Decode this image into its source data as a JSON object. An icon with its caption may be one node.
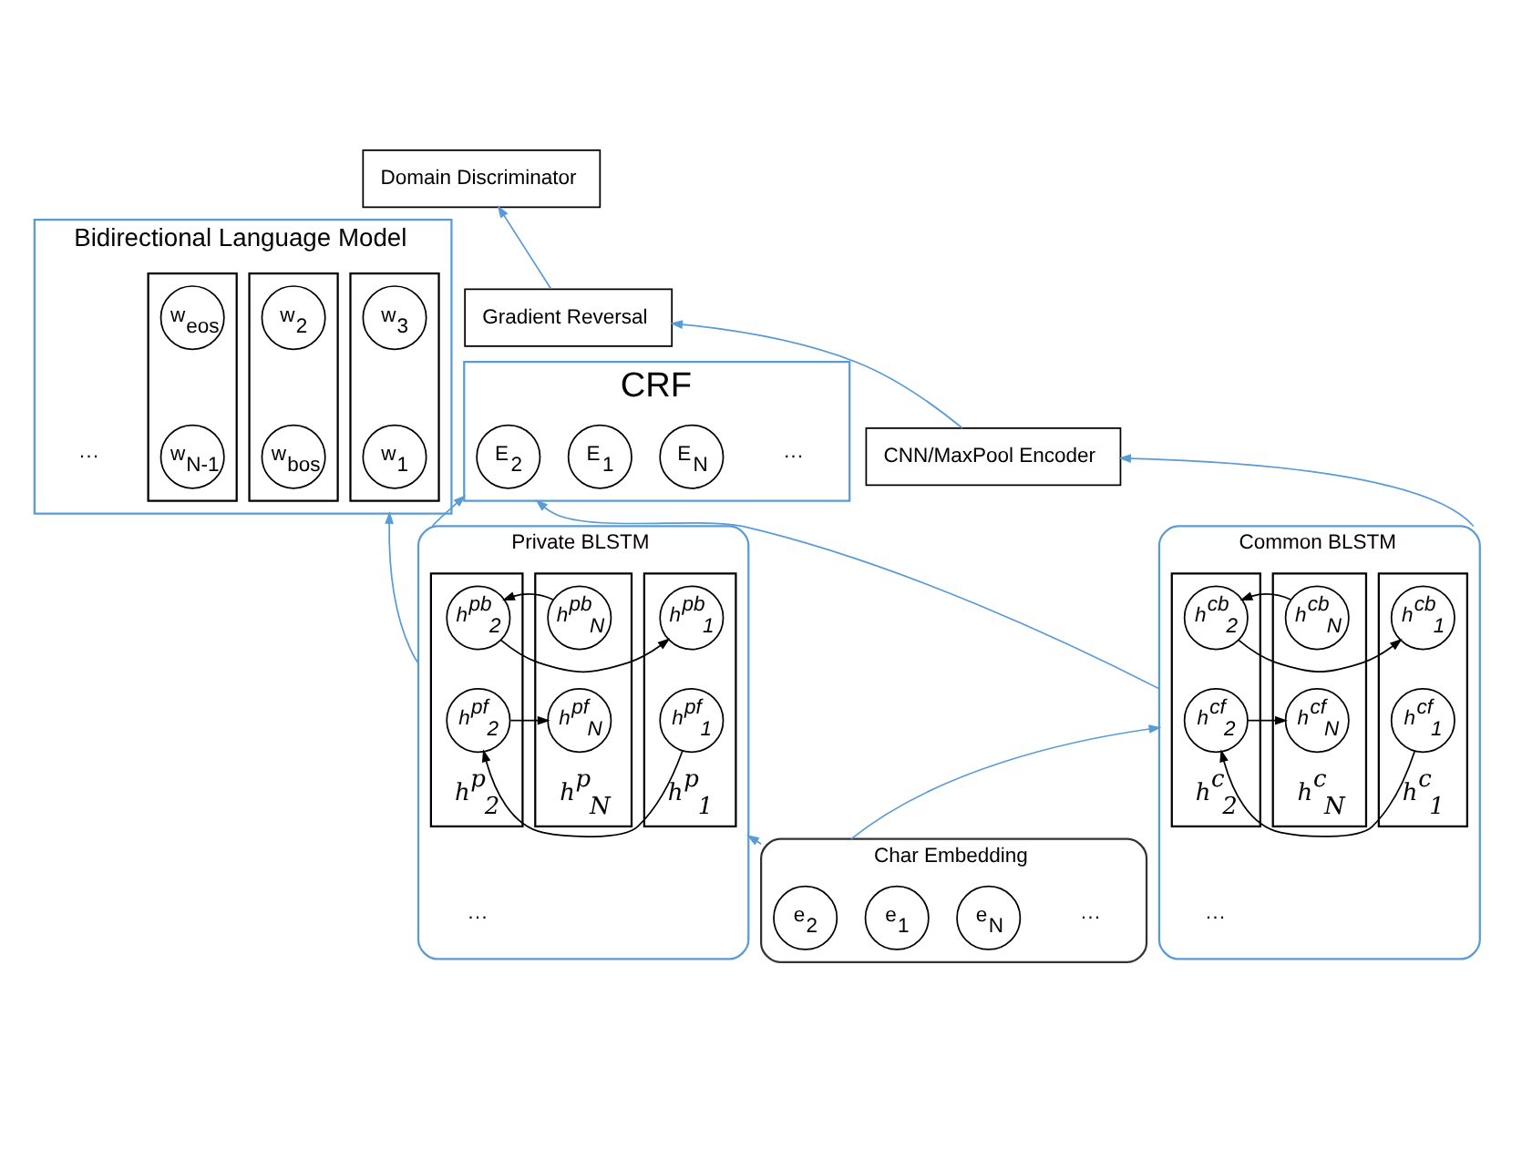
{
  "diagram": {
    "nodes": [
      {
        "text": [
          "Domain Discriminator"
        ]
      },
      {
        "text": [
          "Gradient Reversal"
        ]
      },
      {
        "text": [
          "CNN/MaxPool Encoder"
        ]
      },
      {
        "text": [
          "CRF"
        ]
      },
      {
        "text": [
          "E$_{1}$"
        ],
        "in": 3
      },
      {
        "text": [
          "E$_{2}$"
        ],
        "in": 3
      },
      {
        "text": [
          "E$_{N}$"
        ],
        "in": 3
      },
      {
        "text": [
          "Bidirectional Language Model"
        ]
      },
      {
        "text": [],
        "shape": "box",
        "in": 7
      },
      {
        "text": [
          "w$_{2}$"
        ],
        "in": 8
      },
      {
        "text": [
          "w$_{bos}$"
        ],
        "in": 8
      },
      {
        "text": [],
        "shape": "box",
        "in": 7
      },
      {
        "text": [
          "w$_{3}$"
        ],
        "in": 11
      },
      {
        "text": [
          "w$_{1}$"
        ],
        "in": 11
      },
      {
        "text": [],
        "shape": "box",
        "in": 7
      },
      {
        "text": [
          "w$_{eos}$"
        ],
        "in": 14
      },
      {
        "text": [
          "w$_{N-1}$"
        ],
        "in": 14
      },
      {
        "text": [
          "Common BLSTM"
        ]
      },
      {
        "text": [],
        "shape": "box",
        "in": 17,
        "beside": [
          "h$^{c}$$_{1}$"
        ]
      },
      {
        "text": [
          "h$^{cb}$$_{1}$"
        ],
        "in": 18
      },
      {
        "text": [
          "h$^{cf}$$_{1}$"
        ],
        "in": 18
      },
      {
        "text": [],
        "shape": "box",
        "in": 17,
        "beside": [
          "h$^{c}$$_{2}$"
        ]
      },
      {
        "text": [
          "h$^{cb}$$_{2}$"
        ],
        "in": 21
      },
      {
        "text": [
          "h$^{cf}$$_{2}$"
        ],
        "in": 21
      },
      {
        "text": [],
        "shape": "box",
        "in": 17,
        "beside": [
          "h$^{c}$$_{N}$"
        ]
      },
      {
        "text": [
          "h$^{cb}$$_{N}$"
        ],
        "in": 24
      },
      {
        "text": [
          "h$^{cf}$$_{N}$"
        ],
        "in": 24
      },
      {
        "text": [
          "Private BLSTM"
        ]
      },
      {
        "text": [],
        "shape": "box",
        "in": 27,
        "beside": [
          "h$^{p}$$_{1}$"
        ]
      },
      {
        "text": [
          "h$^{pb}$$_{1}$"
        ],
        "in": 28
      },
      {
        "text": [
          "h$^{pf}$$_{1}$"
        ],
        "in": 28
      },
      {
        "text": [],
        "shape": "box",
        "in": 27,
        "beside": [
          "h$^{p}$$_{2}$"
        ]
      },
      {
        "text": [
          "h$^{pb}$$_{2}$"
        ],
        "in": 31
      },
      {
        "text": [
          "h$^{pf}$$_{2}$"
        ],
        "in": 31
      },
      {
        "text": [],
        "shape": "box",
        "in": 27,
        "beside": [
          "h$^{p}$$_{N}$"
        ]
      },
      {
        "text": [
          "h$^{pb}$$_{N}$"
        ],
        "in": 34
      },
      {
        "text": [
          "h$^{pf}$$_{N}$"
        ],
        "in": 34
      },
      {
        "text": [
          "Char Embedding"
        ]
      },
      {
        "text": [
          "e$_{1}$"
        ],
        "in": 37
      },
      {
        "text": [
          "e$_{2}$"
        ],
        "in": 37
      },
      {
        "text": [
          "e$_{N}$"
        ],
        "in": 37
      }
    ],
    "edges": [
      {
        "from": 2,
        "to": 1,
        "arrow": "to",
        "color": "#5b9bd5"
      },
      {
        "from": 1,
        "to": 0,
        "arrow": "to",
        "color": "#5b9bd5"
      },
      {
        "from": 17,
        "to": 2,
        "arrow": "to",
        "color": "#5b9bd5"
      },
      {
        "from": 17,
        "to": 3,
        "arrow": "to",
        "color": "#5b9bd5"
      },
      {
        "from": 27,
        "to": 3,
        "arrow": "to",
        "color": "#5b9bd5"
      },
      {
        "from": 27,
        "to": 7,
        "arrow": "to",
        "color": "#5b9bd5"
      },
      {
        "from": 37,
        "to": 17,
        "arrow": "to",
        "color": "#5b9bd5"
      },
      {
        "from": 37,
        "to": 27,
        "arrow": "to",
        "color": "#5b9bd5"
      },
      {
        "from": 22,
        "to": 19,
        "arrow": "to",
        "color": "#000000"
      },
      {
        "from": 25,
        "to": 22,
        "arrow": "to",
        "color": "#000000"
      },
      {
        "from": 20,
        "to": 23,
        "arrow": "to",
        "color": "#000000"
      },
      {
        "from": 23,
        "to": 26,
        "arrow": "to",
        "color": "#000000"
      },
      {
        "from": 32,
        "to": 29,
        "arrow": "to",
        "color": "#000000"
      },
      {
        "from": 35,
        "to": 32,
        "arrow": "to",
        "color": "#000000"
      },
      {
        "from": 30,
        "to": 33,
        "arrow": "to",
        "color": "#000000"
      },
      {
        "from": 33,
        "to": 36,
        "arrow": "to",
        "color": "#000000"
      }
    ],
    "labels": [
      "···",
      "···",
      "···",
      "···",
      "···"
    ]
  }
}
